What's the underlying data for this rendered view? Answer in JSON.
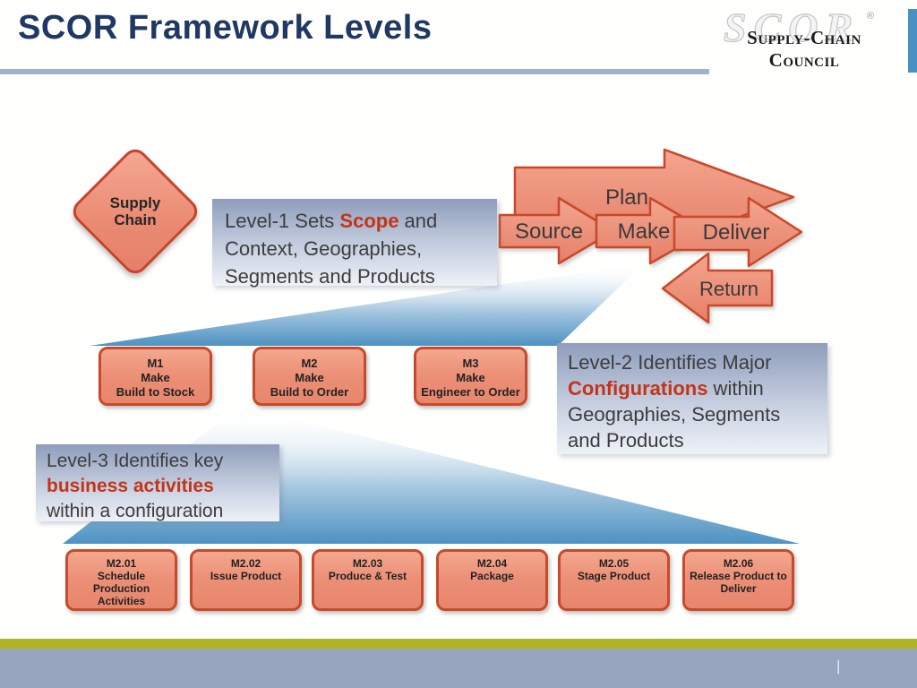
{
  "header": {
    "title": "SCOR Framework Levels",
    "logo": {
      "watermark": "SCOR",
      "registered": "®",
      "name": "Supply-Chain Council"
    }
  },
  "level1": {
    "diamond": {
      "line1": "Supply",
      "line2": "Chain"
    },
    "caption": {
      "line1_pre": "Level-1 Sets ",
      "line1_hl": "Scope",
      "line1_post": " and",
      "line2": "Context, Geographies,",
      "line3": "Segments and Products"
    },
    "arrows": {
      "plan": "Plan",
      "source": "Source",
      "make": "Make",
      "deliver": "Deliver",
      "return_label": "Return"
    }
  },
  "level2": {
    "caption": {
      "line1": "Level-2 Identifies Major",
      "line2_hl": "Configurations",
      "line2_post": " within",
      "line3": "Geographies, Segments",
      "line4": "and Products"
    },
    "boxes": [
      {
        "code": "M1",
        "line2": "Make",
        "line3": "Build to Stock"
      },
      {
        "code": "M2",
        "line2": "Make",
        "line3": "Build to Order"
      },
      {
        "code": "M3",
        "line2": "Make",
        "line3": "Engineer to Order"
      }
    ]
  },
  "level3": {
    "caption": {
      "line1": "Level-3 Identifies key",
      "line2_hl": "business activities",
      "line3": "within a configuration"
    },
    "boxes": [
      {
        "code": "M2.01",
        "label": "Schedule Production Activities"
      },
      {
        "code": "M2.02",
        "label": "Issue Product"
      },
      {
        "code": "M2.03",
        "label": "Produce & Test"
      },
      {
        "code": "M2.04",
        "label": "Package"
      },
      {
        "code": "M2.05",
        "label": "Stage Product"
      },
      {
        "code": "M2.06",
        "label": "Release Product to Deliver"
      }
    ]
  },
  "footer": {
    "marker": "|"
  },
  "colors": {
    "title_navy": "#1f3864",
    "accent_red": "#c43417",
    "shape_fill": "#ec8d77",
    "shape_border": "#c64b2c",
    "wedge_blue": "#5e9ac9",
    "footer_blue": "#97a5bf",
    "footer_green": "#aeb424",
    "underline_blue": "#a4b1ce",
    "corner_blue": "#4a90c2"
  }
}
